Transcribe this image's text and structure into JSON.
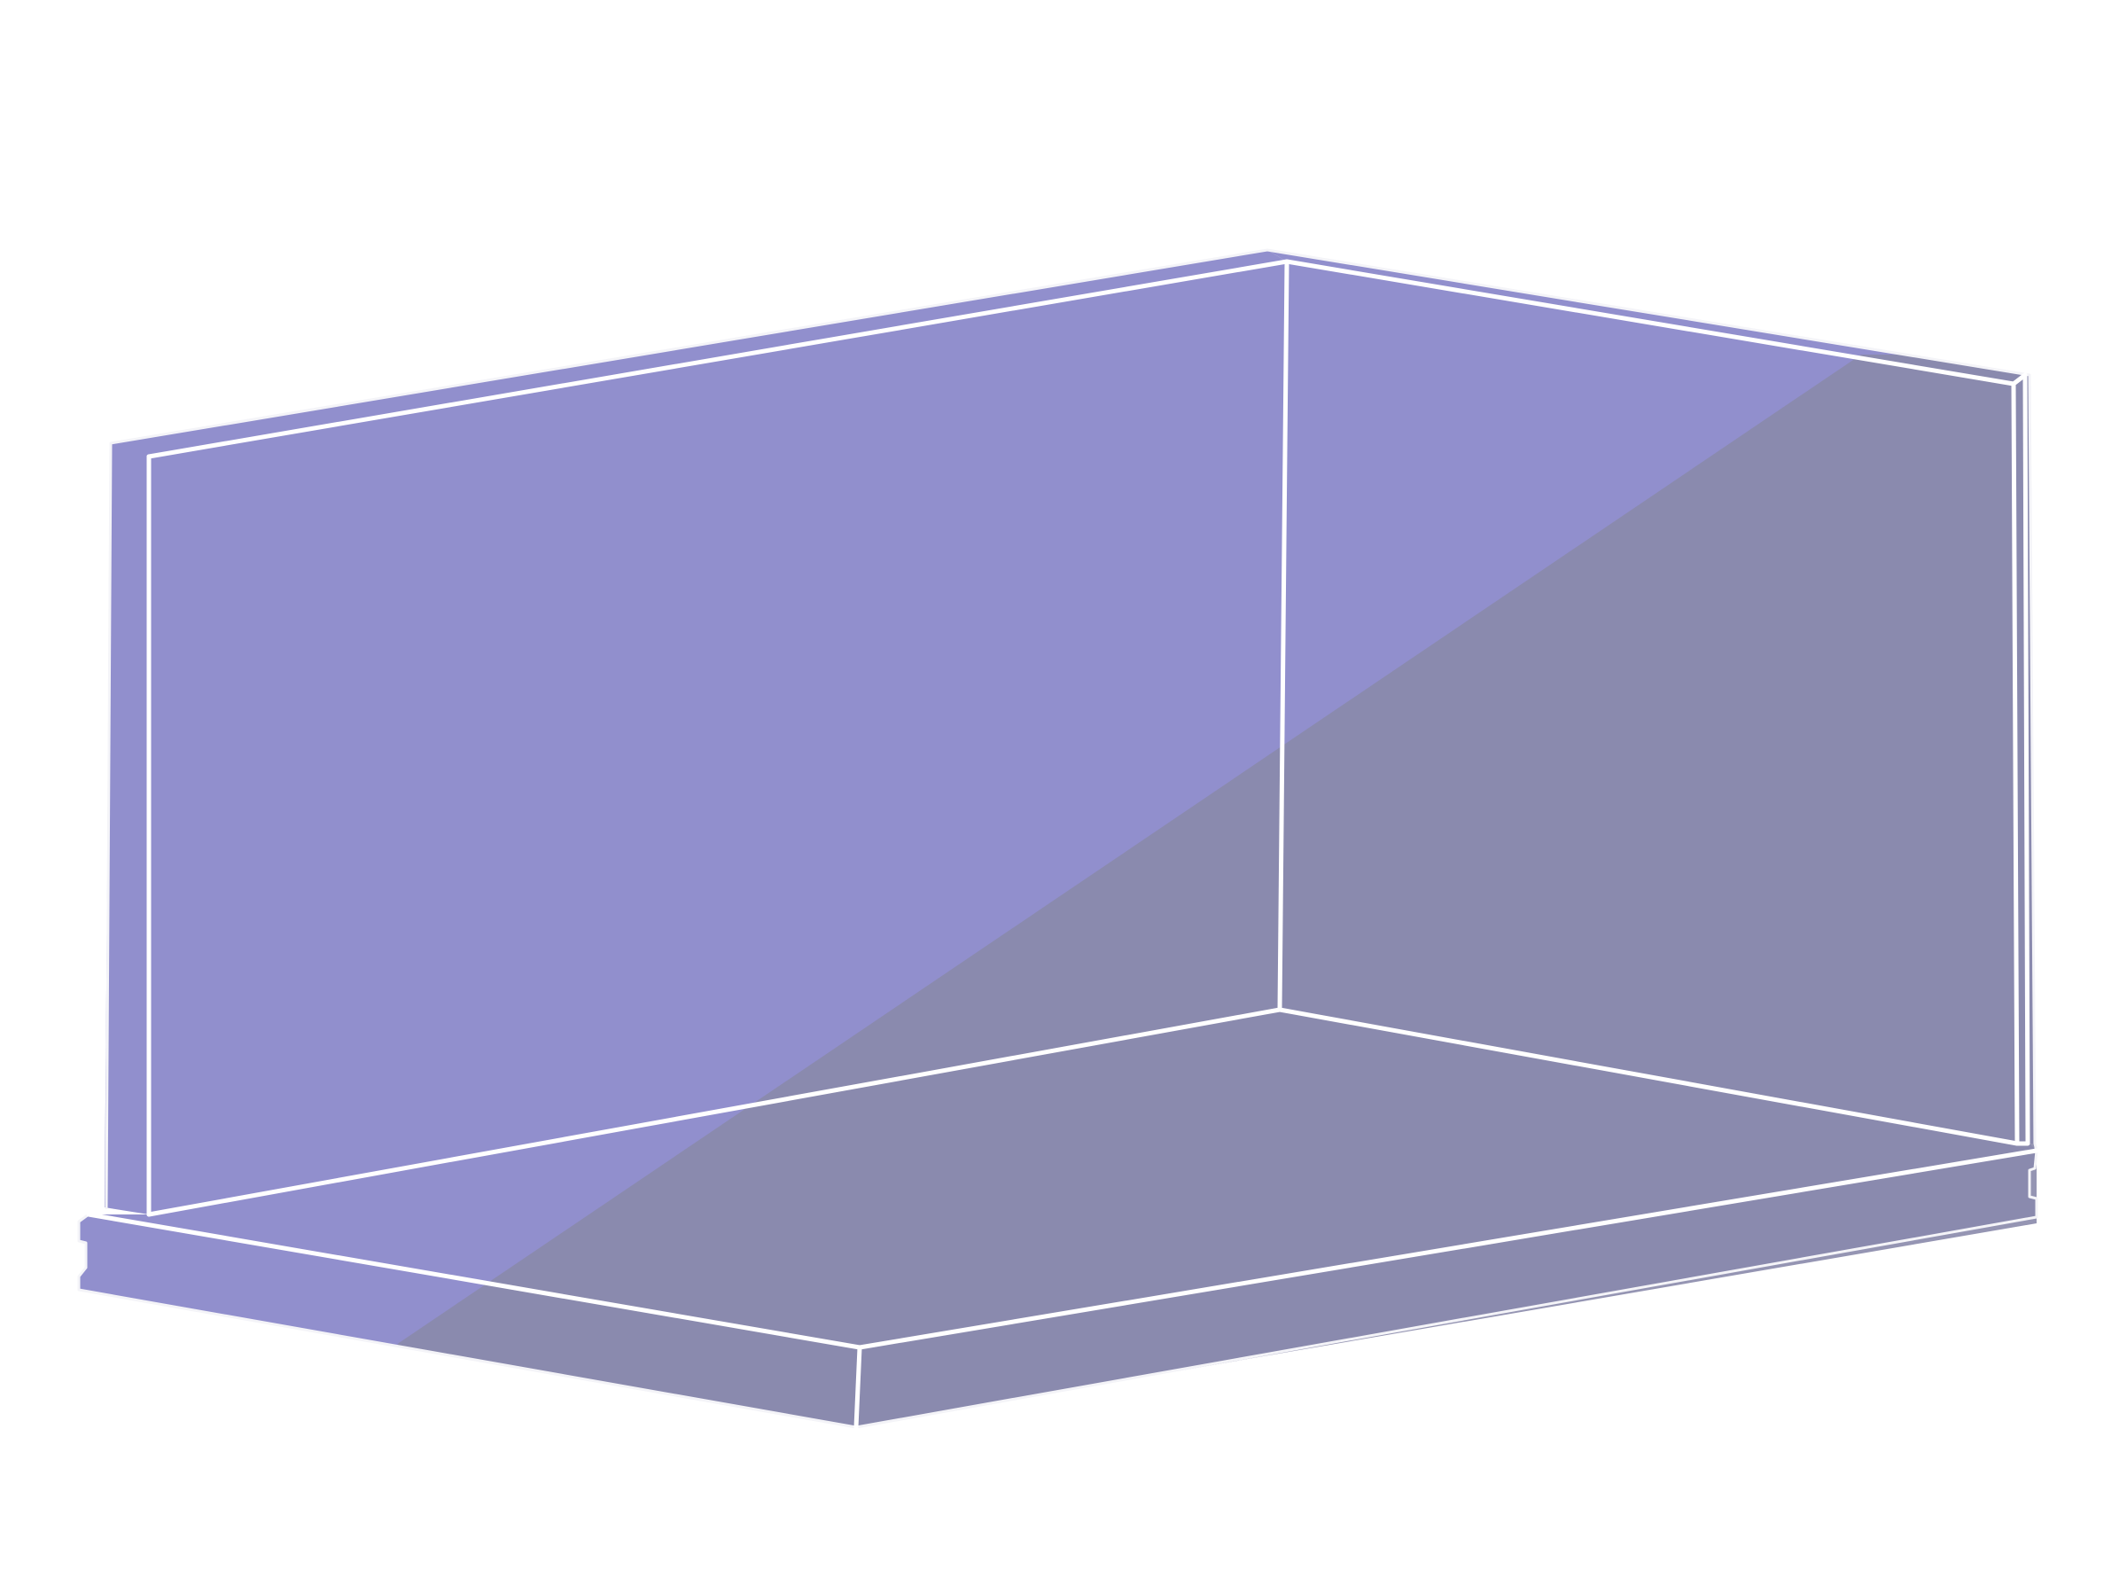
{
  "scene": {
    "subject": "3d-room-corner-box",
    "colors": {
      "background": "#ffffff",
      "lit_face": "#918fcd",
      "shadow_face": "#8a89ab",
      "edge": "#ffffff"
    },
    "shading": {
      "shadow_direction": "diagonal-bottom-left-to-top-right",
      "shadow_opacity": 0.9
    }
  }
}
